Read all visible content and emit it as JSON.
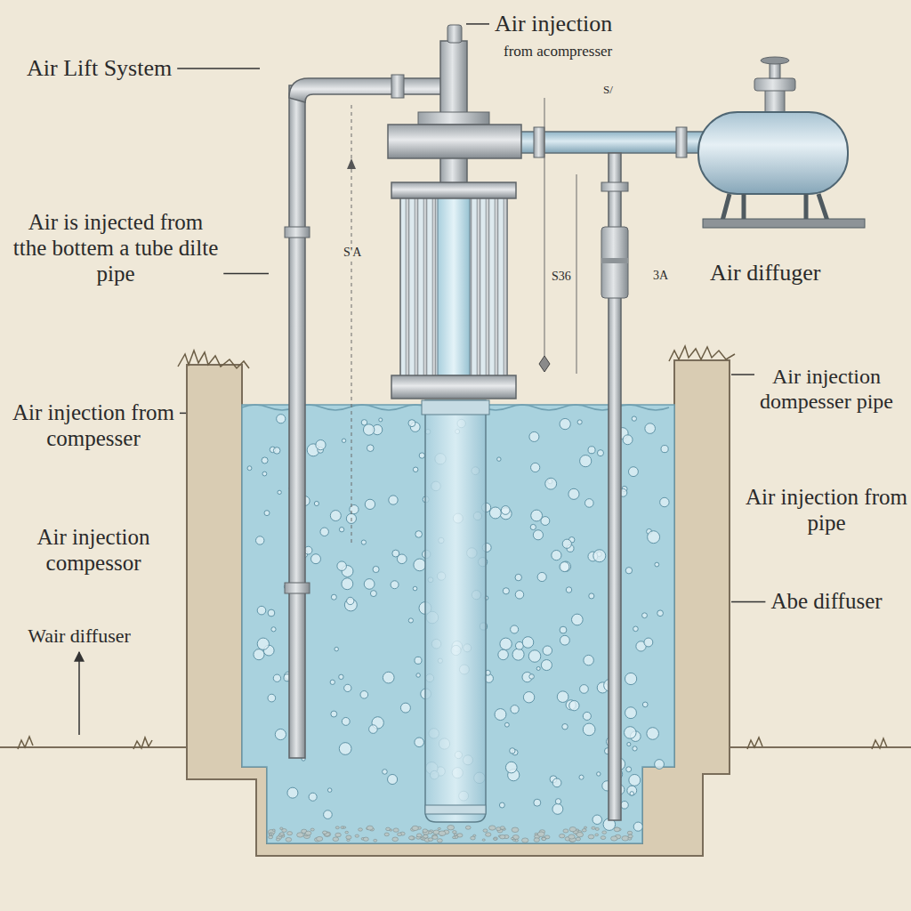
{
  "diagram": {
    "labels": [
      "Air Lift System",
      "Air injection",
      "from acompresser",
      "S/",
      "S'A",
      "S36",
      "3A",
      "Air is injected from tthe bottem a tube dilte pipe",
      "Air diffuger",
      "Air injection dompesser pipe",
      "Air injection from compesser",
      "Air injection from pipe",
      "Air injection compessor",
      "Abe diffuser",
      "Wair diffuser"
    ]
  }
}
